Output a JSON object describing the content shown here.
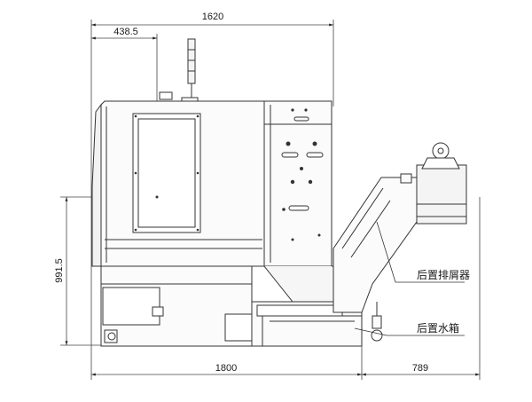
{
  "dimensions": {
    "overall_width": "1620",
    "center_offset": "438.5",
    "center_height": "991.5",
    "base_length": "1800",
    "conveyor_extension": "789"
  },
  "labels": {
    "rear_chip_conveyor": "后置排屑器",
    "rear_water_tank": "后置水箱"
  }
}
